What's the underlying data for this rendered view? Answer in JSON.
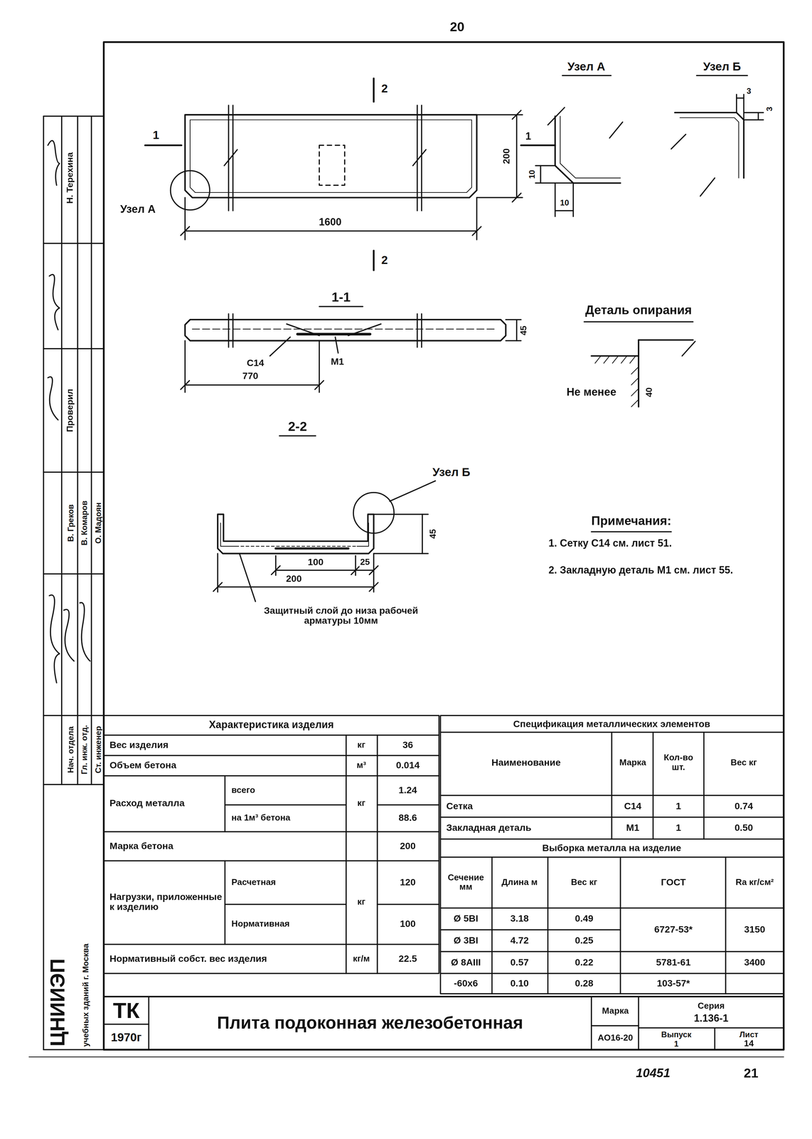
{
  "diagram": {
    "title": "Плита подоконная железобетонная",
    "labels": [
      "20",
      "2",
      "1",
      "Узел А",
      "1600",
      "200",
      "2",
      "Узел А",
      "Узел Б",
      "1",
      "10",
      "10",
      "3",
      "3",
      "1-1",
      "С14",
      "М1",
      "770",
      "45",
      "Деталь опирания",
      "Не менее",
      "40",
      "2-2",
      "Узел Б",
      "45",
      "100",
      "25",
      "200",
      "Защитный слой до низа рабочей арматуры 10мм",
      "Примечания:",
      "1. Сетку С14 см. лист 51.",
      "2. Закладную деталь М1 см. лист 55.",
      "Н. Терехина",
      "Проверил",
      "В. Греков",
      "В. Комаров",
      "О. Мадоян",
      "Нач. отдела",
      "Гл. инж. отд.",
      "Ст. инженер",
      "ЦНИИЭП",
      "учебных зданий г. Москва",
      "Характеристика изделия",
      "Вес изделия",
      "кг",
      "36",
      "Объем бетона",
      "м³",
      "0.014",
      "Расход металла",
      "всего",
      "на 1м³ бетона",
      "кг",
      "1.24",
      "88.6",
      "Марка бетона",
      "200",
      "Нагрузки, приложенные к изделию",
      "Расчетная",
      "Нормативная",
      "кг",
      "120",
      "100",
      "Нормативный собст. вес изделия",
      "кг/м",
      "22.5",
      "Спецификация металлических элементов",
      "Наименование",
      "Марка",
      "Кол-во шт.",
      "Вес кг",
      "Сетка",
      "С14",
      "1",
      "0.74",
      "Закладная деталь",
      "М1",
      "1",
      "0.50",
      "Выборка металла на изделие",
      "Сечение мм",
      "Длина м",
      "Вес кг",
      "ГОСТ",
      "Ra кг/см²",
      "Ø 5ВI",
      "3.18",
      "0.49",
      "6727-53*",
      "3150",
      "Ø 3ВI",
      "4.72",
      "0.25",
      "Ø 8АIII",
      "0.57",
      "0.22",
      "5781-61",
      "3400",
      "-60х6",
      "0.10",
      "0.28",
      "103-57*",
      "ТК",
      "1970г",
      "Марка",
      "АО16-20",
      "Серия",
      "1.136-1",
      "Выпуск",
      "1",
      "Лист",
      "14",
      "10451",
      "21"
    ]
  }
}
